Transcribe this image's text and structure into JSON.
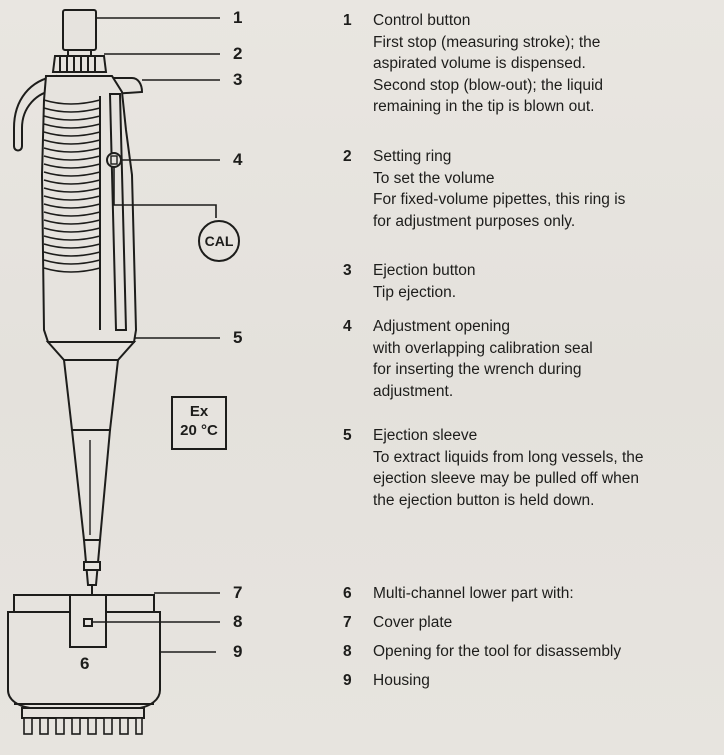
{
  "diagram": {
    "callout_numbers": [
      "1",
      "2",
      "3",
      "4",
      "5",
      "7",
      "8",
      "9"
    ],
    "cal_badge": "CAL",
    "temp_box": {
      "line1": "Ex",
      "line2": "20 °C"
    },
    "multichannel_part_number": "6"
  },
  "legend": [
    {
      "number": "1",
      "title": "Control button",
      "lines": [
        "First stop (measuring stroke); the",
        "aspirated volume is dispensed.",
        "Second stop (blow-out); the liquid",
        "remaining in the tip is blown out."
      ]
    },
    {
      "number": "2",
      "title": "Setting ring",
      "lines": [
        "To set the volume",
        "For fixed-volume pipettes, this ring is",
        "for adjustment purposes only."
      ]
    },
    {
      "number": "3",
      "title": "Ejection button",
      "lines": [
        "Tip ejection."
      ]
    },
    {
      "number": "4",
      "title": "Adjustment opening",
      "lines": [
        "with overlapping calibration seal",
        "for inserting the wrench during",
        "adjustment."
      ]
    },
    {
      "number": "5",
      "title": "Ejection sleeve",
      "lines": [
        "To extract liquids from long vessels, the",
        "ejection sleeve may be pulled off when",
        "the ejection button is held down."
      ]
    },
    {
      "number": "6",
      "title": "Multi-channel lower part with:",
      "lines": []
    },
    {
      "number": "7",
      "title": "Cover plate",
      "lines": []
    },
    {
      "number": "8",
      "title": "Opening for the tool for disassembly",
      "lines": []
    },
    {
      "number": "9",
      "title": "Housing",
      "lines": []
    }
  ]
}
